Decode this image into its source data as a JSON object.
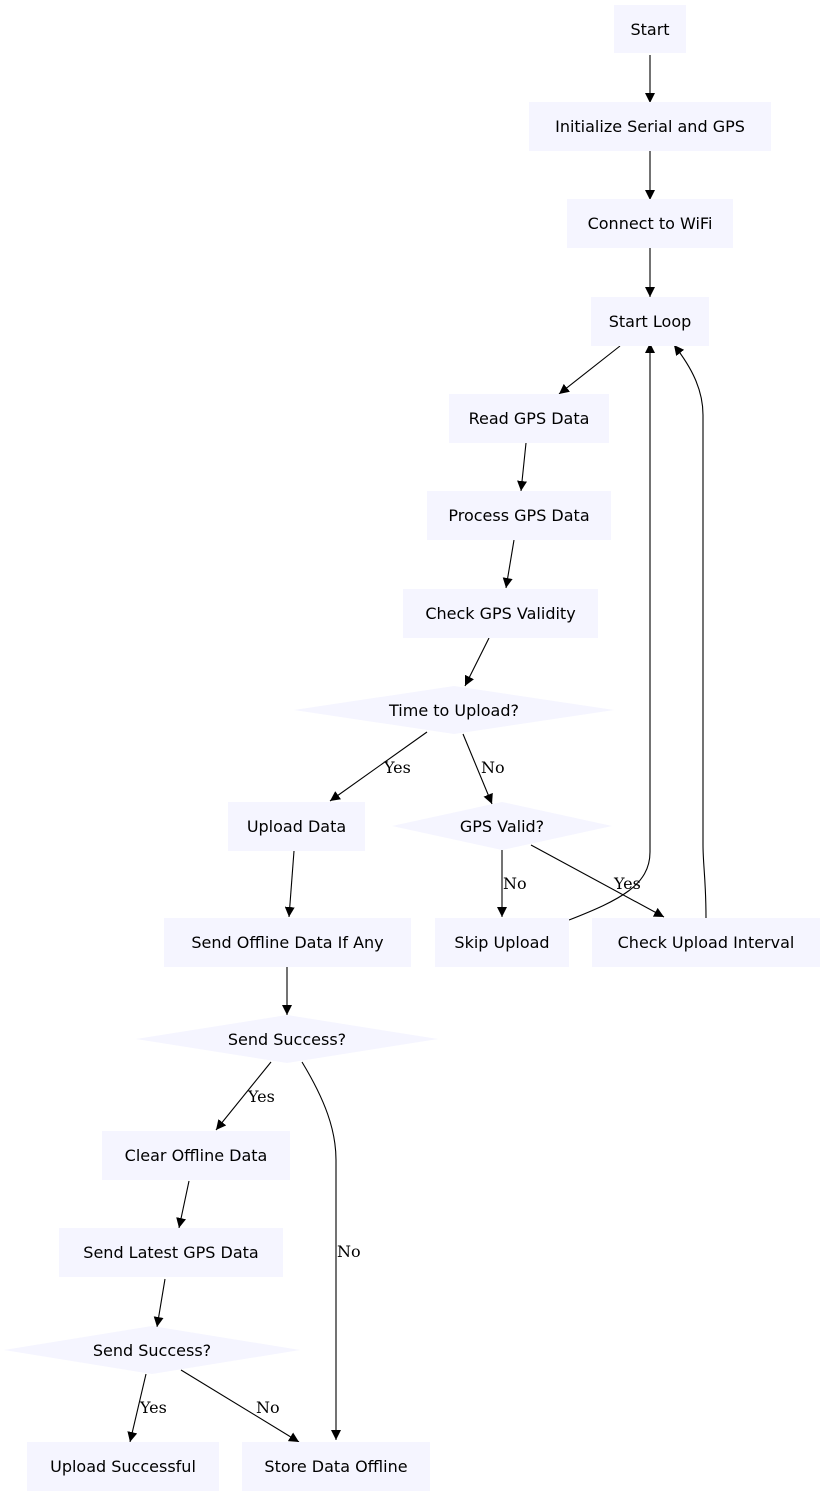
{
  "diagram": {
    "colors": {
      "node_fill": "#f5f5ff",
      "edge": "#000000",
      "text": "#000000"
    },
    "nodes": {
      "start": "Start",
      "init_serial_gps": "Initialize Serial and GPS",
      "connect_wifi": "Connect to WiFi",
      "start_loop": "Start Loop",
      "read_gps": "Read GPS Data",
      "process_gps": "Process GPS Data",
      "check_validity": "Check GPS Validity",
      "time_to_upload": "Time to Upload?",
      "upload_data": "Upload Data",
      "gps_valid": "GPS Valid?",
      "send_offline": "Send Offline Data If Any",
      "skip_upload": "Skip Upload",
      "check_interval": "Check Upload Interval",
      "send_success_1": "Send Success?",
      "clear_offline": "Clear Offline Data",
      "send_latest": "Send Latest GPS Data",
      "send_success_2": "Send Success?",
      "upload_successful": "Upload Successful",
      "store_offline": "Store Data Offline"
    },
    "edge_labels": {
      "upload_yes": "Yes",
      "upload_no": "No",
      "valid_no": "No",
      "valid_yes": "Yes",
      "success1_yes": "Yes",
      "success1_no": "No",
      "success2_yes": "Yes",
      "success2_no": "No"
    },
    "edges": [
      {
        "from": "start",
        "to": "init_serial_gps"
      },
      {
        "from": "init_serial_gps",
        "to": "connect_wifi"
      },
      {
        "from": "connect_wifi",
        "to": "start_loop"
      },
      {
        "from": "start_loop",
        "to": "read_gps"
      },
      {
        "from": "read_gps",
        "to": "process_gps"
      },
      {
        "from": "process_gps",
        "to": "check_validity"
      },
      {
        "from": "check_validity",
        "to": "time_to_upload"
      },
      {
        "from": "time_to_upload",
        "to": "upload_data",
        "label": "upload_yes"
      },
      {
        "from": "time_to_upload",
        "to": "gps_valid",
        "label": "upload_no"
      },
      {
        "from": "gps_valid",
        "to": "skip_upload",
        "label": "valid_no"
      },
      {
        "from": "gps_valid",
        "to": "check_interval",
        "label": "valid_yes"
      },
      {
        "from": "skip_upload",
        "to": "start_loop"
      },
      {
        "from": "check_interval",
        "to": "start_loop"
      },
      {
        "from": "upload_data",
        "to": "send_offline"
      },
      {
        "from": "send_offline",
        "to": "send_success_1"
      },
      {
        "from": "send_success_1",
        "to": "clear_offline",
        "label": "success1_yes"
      },
      {
        "from": "send_success_1",
        "to": "store_offline",
        "label": "success1_no"
      },
      {
        "from": "clear_offline",
        "to": "send_latest"
      },
      {
        "from": "send_latest",
        "to": "send_success_2"
      },
      {
        "from": "send_success_2",
        "to": "upload_successful",
        "label": "success2_yes"
      },
      {
        "from": "send_success_2",
        "to": "store_offline",
        "label": "success2_no"
      }
    ]
  }
}
